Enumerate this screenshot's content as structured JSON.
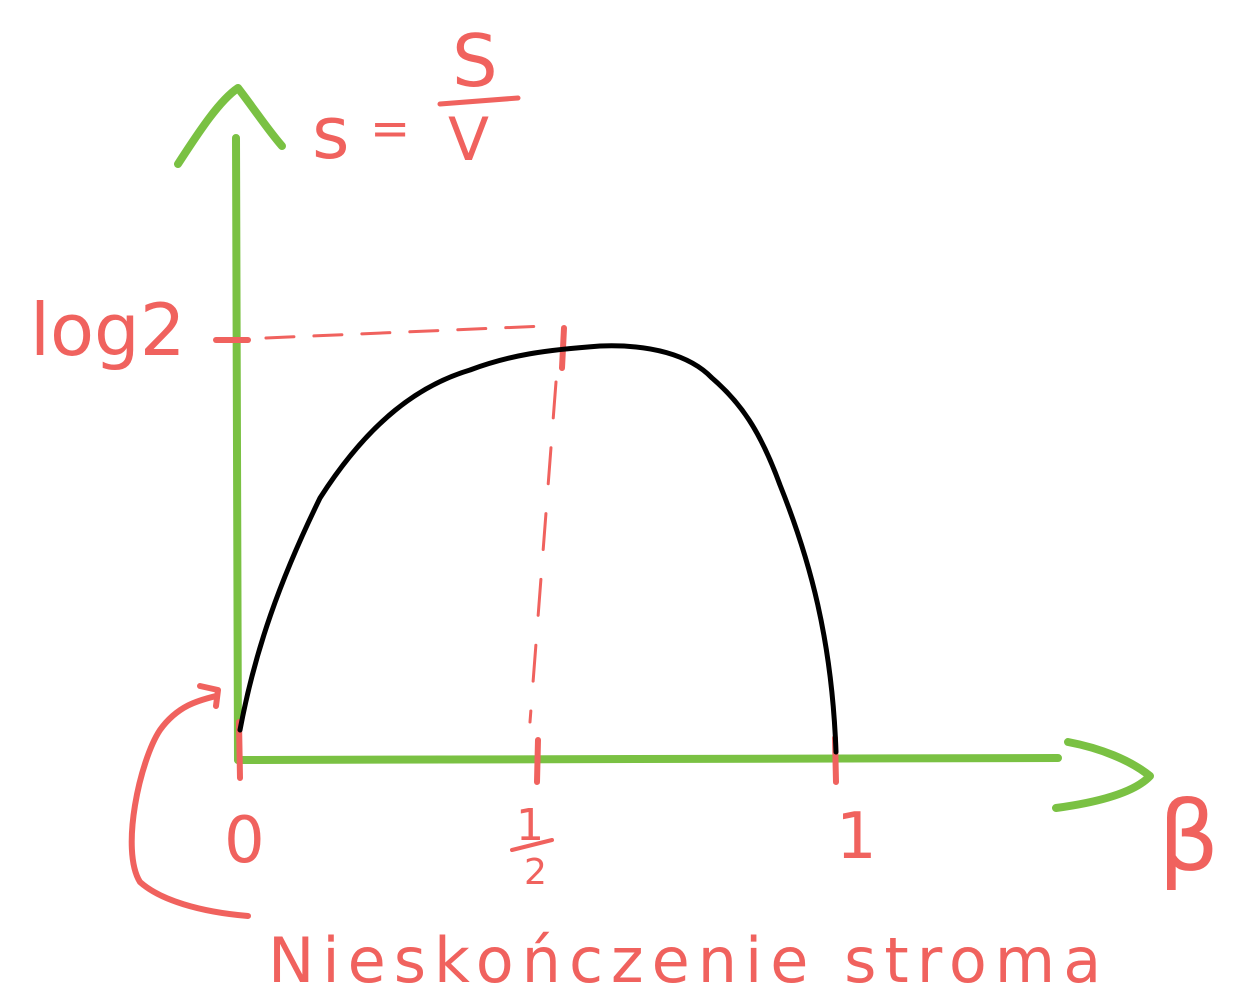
{
  "diagram": {
    "y_axis_label": {
      "lhs": "s",
      "eq": "=",
      "numerator": "S",
      "denominator": "V"
    },
    "x_axis_label": "β",
    "y_tick_label": "log2",
    "x_tick_labels": [
      "0",
      "1",
      "2",
      "1"
    ],
    "annotation": "Nieskończenie stroma",
    "colors": {
      "axes": "#7ac143",
      "annotations": "#f0625e",
      "curve": "#000000"
    }
  }
}
